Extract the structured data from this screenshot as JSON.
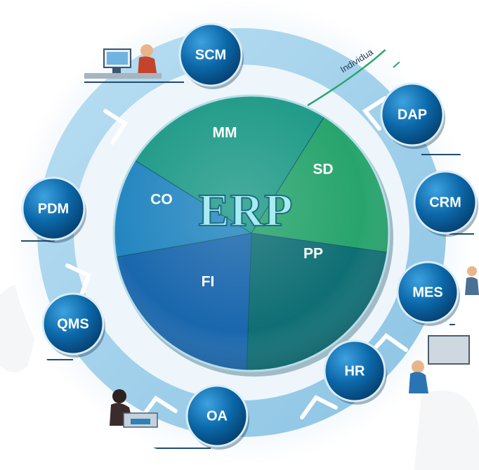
{
  "center": {
    "title": "ERP",
    "segments": [
      {
        "id": "mm",
        "label": "MM",
        "color": "#1f9a88"
      },
      {
        "id": "sd",
        "label": "SD",
        "color": "#27a46c"
      },
      {
        "id": "pp",
        "label": "PP",
        "color": "#0f6f74"
      },
      {
        "id": "fi",
        "label": "FI",
        "color": "#1a67ad"
      },
      {
        "id": "co",
        "label": "CO",
        "color": "#2486c0"
      }
    ]
  },
  "nodes": [
    {
      "id": "scm",
      "label": "SCM"
    },
    {
      "id": "dap",
      "label": "DAP"
    },
    {
      "id": "crm",
      "label": "CRM"
    },
    {
      "id": "mes",
      "label": "MES"
    },
    {
      "id": "hr",
      "label": "HR"
    },
    {
      "id": "oa",
      "label": "OA"
    },
    {
      "id": "qms",
      "label": "QMS"
    },
    {
      "id": "pdm",
      "label": "PDM"
    }
  ],
  "annotation": "Individua",
  "colors": {
    "ring_outer": "#dcecf7",
    "ring_band": "#9fd0ea",
    "node_fill": "#0a5f9c",
    "node_highlight": "#2e8fd0"
  },
  "icons": [
    "person-at-computer-icon",
    "office-worker-icon",
    "presentation-board-icon"
  ]
}
